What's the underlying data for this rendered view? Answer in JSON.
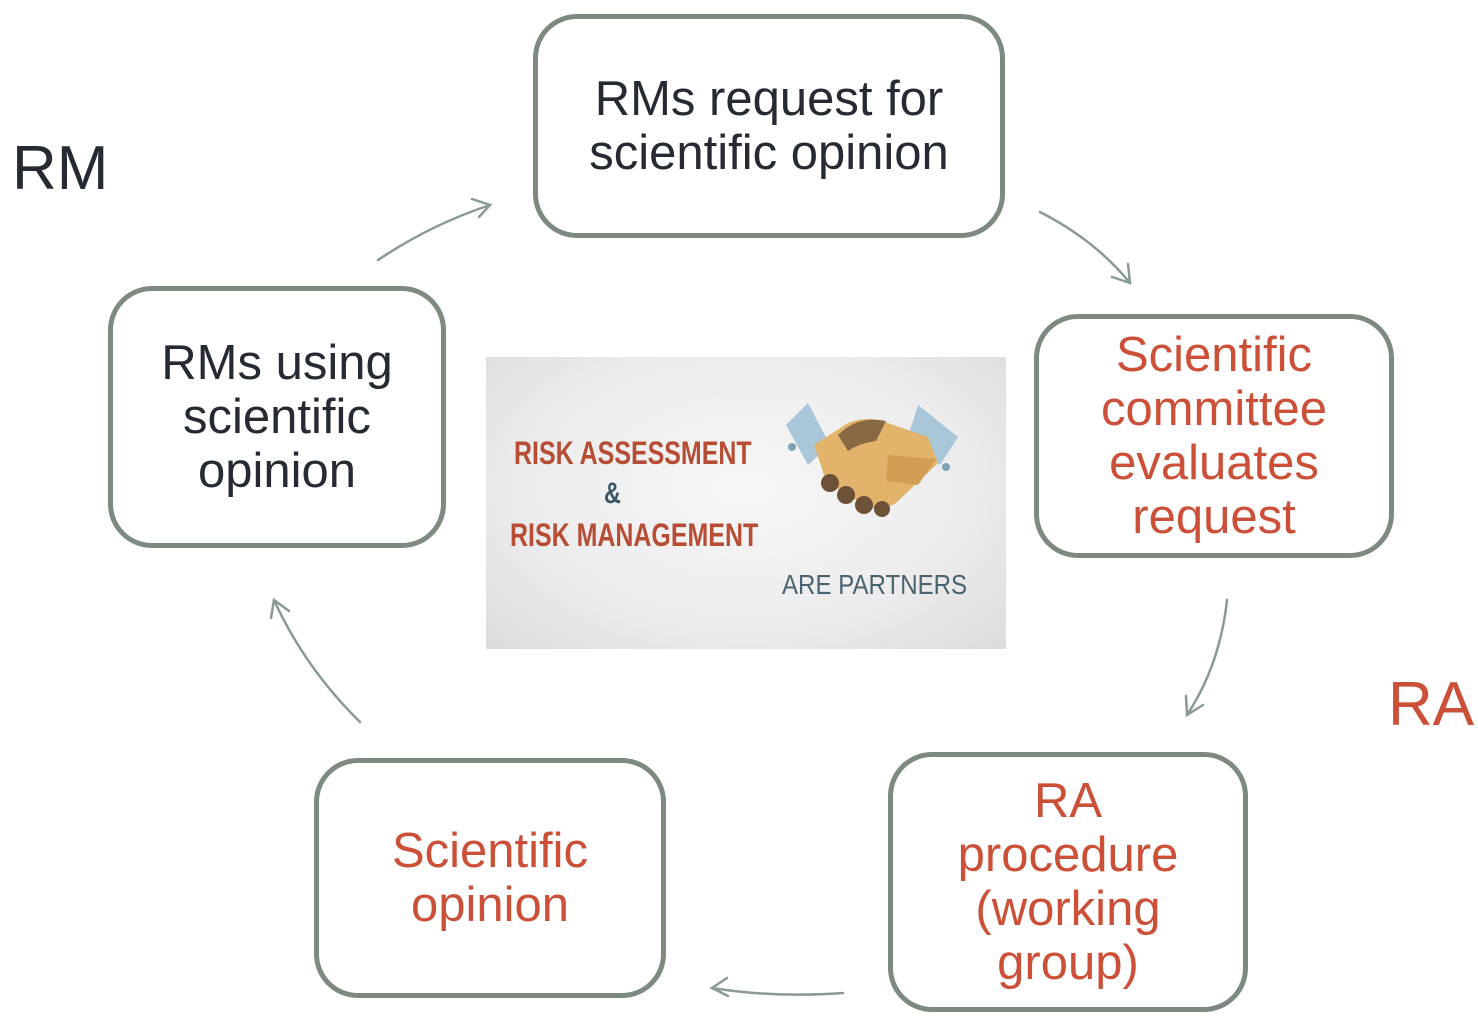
{
  "labels": {
    "rm": "RM",
    "ra": "RA"
  },
  "nodes": {
    "request": [
      "RMs request for",
      "scientific opinion"
    ],
    "committee": [
      "Scientific",
      "committee",
      "evaluates",
      "request"
    ],
    "procedure": [
      "RA",
      "procedure",
      "(working",
      "group)"
    ],
    "opinion": [
      "Scientific",
      "opinion"
    ],
    "using": [
      "RMs using",
      "scientific",
      "opinion"
    ]
  },
  "center_image": {
    "line1": "RISK ASSESSMENT",
    "amp": "&",
    "line2": "RISK MANAGEMENT",
    "partners": "ARE PARTNERS"
  },
  "colors": {
    "risk_manager_text": "#262b33",
    "risk_assessor_text": "#cc4f37",
    "box_border": "#7d8a80",
    "arrow": "#8a9b92"
  }
}
